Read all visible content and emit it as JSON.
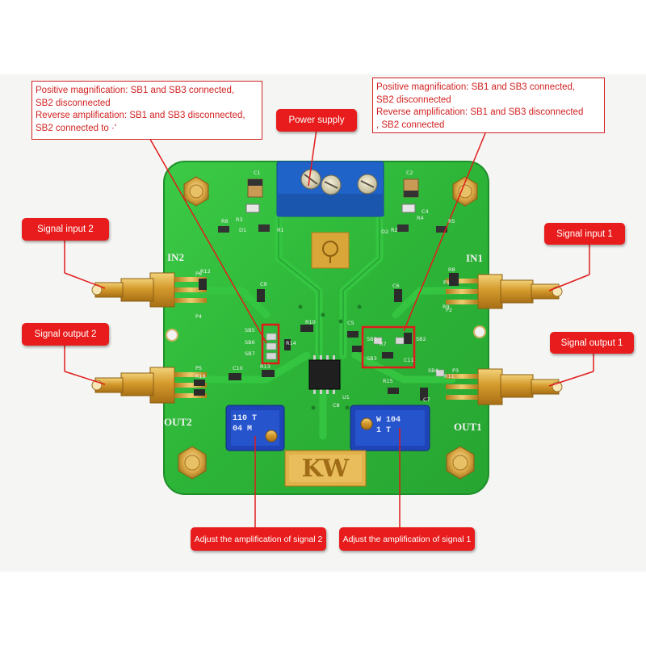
{
  "labels": {
    "power_supply": "Power supply",
    "signal_input_2": "Signal input 2",
    "signal_output_2": "Signal output 2",
    "signal_input_1": "Signal input 1",
    "signal_output_1": "Signal output 1",
    "adjust_signal_2": "Adjust the amplification of signal 2",
    "adjust_signal_1": "Adjust the amplification of signal 1"
  },
  "notes": {
    "left": [
      "Positive magnification: SB1 and SB3 connected,",
      "SB2 disconnected",
      "Reverse amplification: SB1 and SB3 disconnected,",
      "SB2 connected to ·ʻ"
    ],
    "right": [
      "Positive magnification: SB1 and SB3 connected,",
      " SB2 disconnected",
      "Reverse amplification: SB1 and SB3 disconnected",
      ", SB2 connected"
    ]
  },
  "board": {
    "logo": "KW",
    "port_labels": {
      "in2": "IN2",
      "in1": "IN1",
      "out2": "OUT2",
      "out1": "OUT1"
    },
    "pot_left": [
      "110",
      "T",
      "04",
      "M"
    ],
    "pot_right": [
      "W",
      "104",
      "1",
      "T"
    ],
    "silkscreen": [
      "C1",
      "C2",
      "C4",
      "R1",
      "R2",
      "R3",
      "R4",
      "R5",
      "R6",
      "R7",
      "R8",
      "R9",
      "R10",
      "R11",
      "R12",
      "R13",
      "R14",
      "R15",
      "R16",
      "C5",
      "C6",
      "C7",
      "C8",
      "C9",
      "C10",
      "C11",
      "P1",
      "P2",
      "P3",
      "P4",
      "P5",
      "P6",
      "SB1",
      "SB2",
      "SB3",
      "SB4",
      "SB5",
      "SB6",
      "SB7",
      "U1",
      "D1",
      "D2"
    ]
  },
  "colors": {
    "label_red": "#e81c1c",
    "pcb_green": "#2fbf3a",
    "terminal_blue": "#1f63c9",
    "trimmer_blue": "#1f44b8",
    "gold": "#d8a332"
  }
}
